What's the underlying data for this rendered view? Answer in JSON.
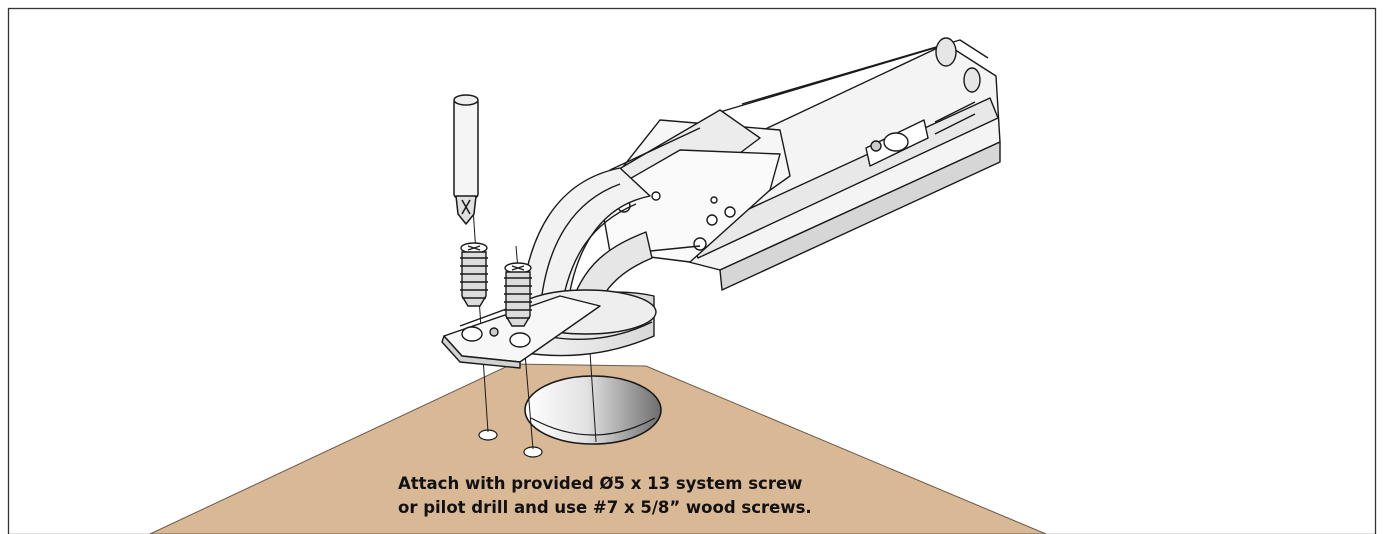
{
  "instructions": {
    "line1": "Attach with provided Ø5 x 13 system screw",
    "line2": "or pilot drill and use #7 x 5/8” wood screws."
  },
  "colors": {
    "wood": "#D9B896",
    "frame": "#333333",
    "line": "#1a1a1a",
    "metal": "#f2f2f2",
    "metal_shadow": "#cfcfcf"
  },
  "icons": [
    "screwdriver-icon",
    "screw-icon",
    "hinge-illustration"
  ]
}
